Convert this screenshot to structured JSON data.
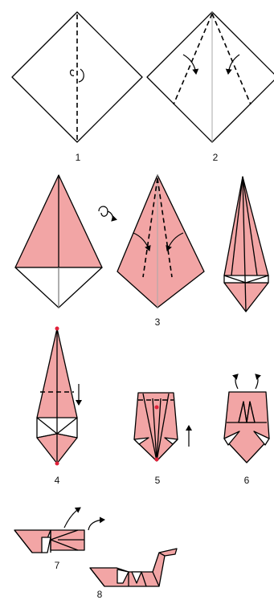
{
  "colors": {
    "paper_pink": "#f2a5a5",
    "paper_white": "#ffffff",
    "line": "#000000",
    "crease_gray": "#a9a9a9",
    "reference_dot": "#e0213a"
  },
  "steps": {
    "s1": "1",
    "s2": "2",
    "s3": "3",
    "s4": "4",
    "s5": "5",
    "s6": "6",
    "s7": "7",
    "s8": "8"
  },
  "icons": {
    "turn_over": "flip-over-symbol",
    "fold_direction": "arrow",
    "reference_point": "red-dot"
  }
}
